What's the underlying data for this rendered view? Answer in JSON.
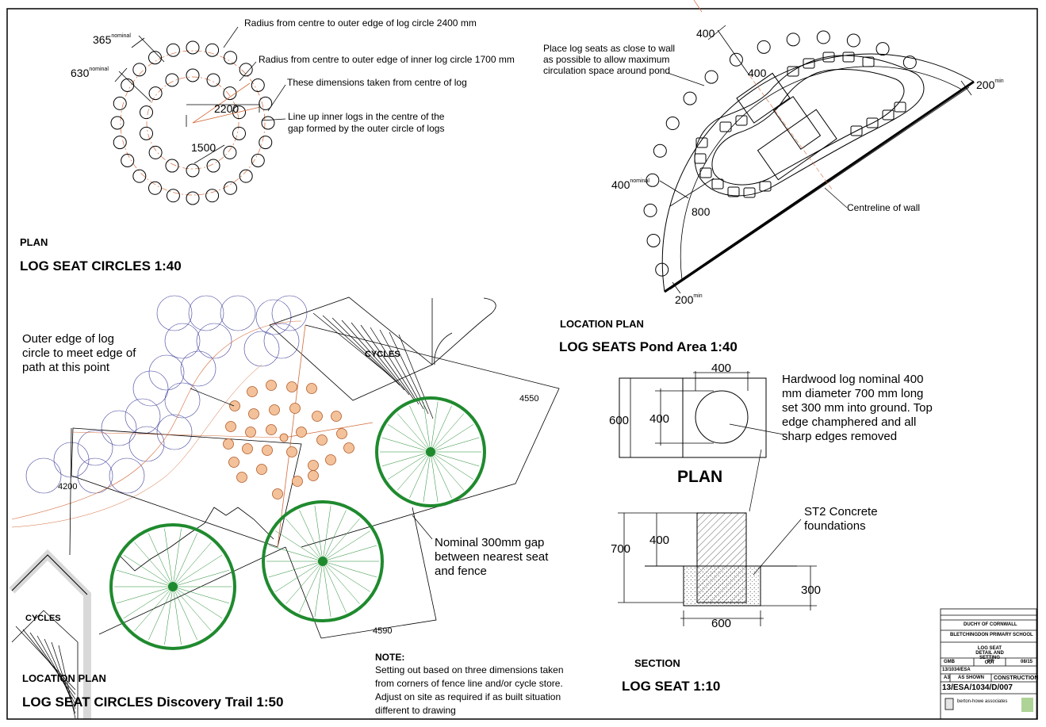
{
  "sheet": {
    "tl": {
      "dim_365": "365",
      "dim_630": "630",
      "nominal": "nominal",
      "note_r2400": "Radius from centre to outer edge of log circle 2400 mm",
      "note_r1700": "Radius from centre to outer edge of inner log circle 1700 mm",
      "note_centre": "These dimensions taken from centre of log",
      "note_lineup": "Line up inner logs in the centre of the gap formed by the outer circle of logs",
      "dim_2200": "2200",
      "dim_1500": "1500",
      "plan_label": "PLAN",
      "title": "LOG SEAT CIRCLES   1:40"
    },
    "tr": {
      "dim_400a": "400",
      "dim_400b": "400",
      "dim_400c": "400",
      "dim_800": "800",
      "dim_200a": "200",
      "dim_200b": "200",
      "min": "min",
      "nominal": "nominal",
      "note_place": "Place log seats as close to wall as possible to allow maximum circulation space around pond",
      "note_centreline": "Centreline of wall",
      "loc_label": "LOCATION PLAN",
      "title": "LOG SEATS  Pond Area 1:40"
    },
    "bl": {
      "note_outer": "Outer edge of log circle to meet edge of path at this point",
      "cycles_a": "CYCLES",
      "cycles_b": "CYCLES",
      "dim_4550": "4550",
      "dim_4200": "4200",
      "dim_4590": "4590",
      "note_gap": "Nominal 300mm gap between nearest seat and fence",
      "loc_label": "LOCATION PLAN",
      "title": "LOG SEAT CIRCLES  Discovery Trail   1:50"
    },
    "note": {
      "heading": "NOTE:",
      "body": "Setting out based on three dimensions taken from corners of fence line and/or cycle store.  Adjust on site as required if as built situation different to drawing"
    },
    "br": {
      "dim_400_top": "400",
      "dim_400_left": "400",
      "dim_600": "600",
      "note_log": "Hardwood log nominal 400 mm diameter 700 mm long set 300 mm into ground. Top edge champhered and all sharp edges removed",
      "plan_big": "PLAN",
      "note_st2": "ST2 Concrete foundations",
      "dim_700": "700",
      "dim_400_sec": "400",
      "dim_300": "300",
      "dim_600_sec": "600",
      "section_label": "SECTION",
      "title": "LOG SEAT  1:10"
    },
    "titleblock": {
      "client": "DUCHY OF CORNWALL",
      "project": "BLETCHINGDON  PRIMARY SCHOOL",
      "drawing_title": "LOG SEAT DETAIL AND SETTING OUT",
      "drawn": "GMB",
      "checked": "PT",
      "date": "08/15",
      "job": "13/1034/ESA",
      "size": "A3",
      "scale": "AS SHOWN",
      "status": "CONSTRUCTION",
      "drawing_no": "13/ESA/1034/D/007",
      "firm": "berton-howe associates"
    }
  }
}
